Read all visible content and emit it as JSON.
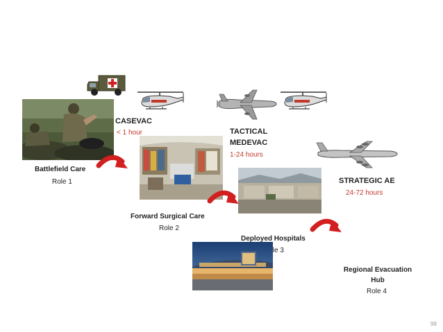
{
  "colors": {
    "time_red": "#c0392b",
    "arrow_red": "#d21f1f",
    "text": "#1f1f1f",
    "page_num": "#999999"
  },
  "stages": {
    "battlefield": {
      "title": "Battlefield Care",
      "role": "Role 1"
    },
    "forward": {
      "title": "Forward Surgical Care",
      "role": "Role 2"
    },
    "deployed": {
      "title": "Deployed Hospitals",
      "role": "Role 3"
    },
    "regional": {
      "title_line1": "Regional Evacuation",
      "title_line2": "Hub",
      "role": "Role 4"
    }
  },
  "evacuation": {
    "casevac": {
      "title": "CASEVAC",
      "time": "< 1 hour"
    },
    "tactical": {
      "title_line1": "TACTICAL",
      "title_line2": "MEDEVAC",
      "time": "1-24 hours"
    },
    "strategic": {
      "title": "STRATEGIC AE",
      "time": "24-72 hours"
    }
  },
  "icons": {
    "ambulance": "ambulance-icon",
    "helicopter": "helicopter-icon",
    "cargo_plane": "cargo-plane-icon",
    "jet": "jet-transport-icon",
    "arrow": "curved-arrow-icon"
  },
  "page_number": "98"
}
